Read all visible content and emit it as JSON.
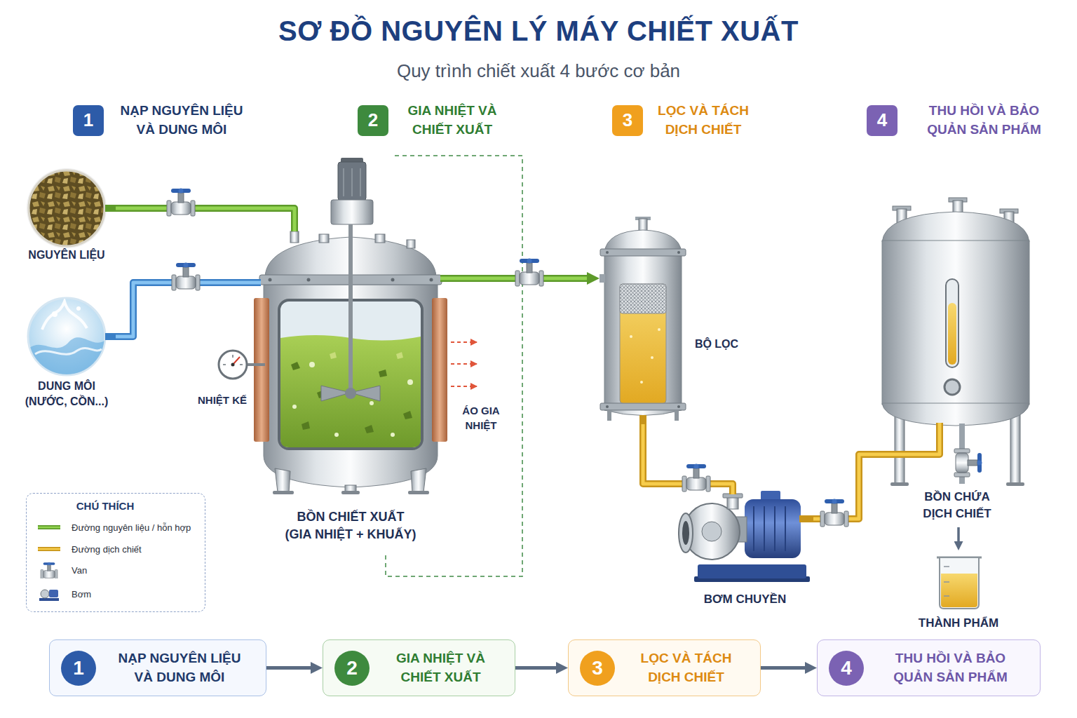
{
  "diagram": {
    "title": "SƠ ĐỒ NGUYÊN LÝ MÁY CHIẾT XUẤT",
    "caption": "Quy trình chiết xuất 4 bước cơ bản",
    "nodes": [
      {
        "text": [
          "1",
          "NẠP NGUYÊN LIỆU VÀ DUNG MÔI"
        ]
      },
      {
        "text": [
          "2",
          "GIA NHIỆT VÀ CHIẾT XUẤT"
        ]
      },
      {
        "text": [
          "3",
          "LỌC VÀ TÁCH DỊCH CHIẾT"
        ]
      },
      {
        "text": [
          "4",
          "THU HỒI VÀ BẢO QUẢN SẢN PHẨM"
        ]
      },
      {
        "text": [
          "NGUYÊN LIỆU"
        ]
      },
      {
        "text": [
          "DUNG MÔI",
          "(NƯỚC, CỒN...)"
        ]
      },
      {
        "text": [
          "BỒN CHIẾT XUẤT",
          "(GIA NHIỆT + KHUẤY)"
        ]
      },
      {
        "text": [
          "BỘ LỌC"
        ]
      },
      {
        "text": [
          "BƠM CHUYỀN"
        ]
      },
      {
        "text": [
          "BỒN CHỨA DỊCH CHIẾT"
        ]
      },
      {
        "text": [
          "THÀNH PHẨM"
        ]
      },
      {
        "text": [
          "1",
          "NẠP NGUYÊN LIỆU VÀ DUNG MÔI"
        ]
      },
      {
        "text": [
          "2",
          "GIA NHIỆT VÀ CHIẾT XUẤT"
        ]
      },
      {
        "text": [
          "3",
          "LỌC VÀ TÁCH DỊCH CHIẾT"
        ]
      },
      {
        "text": [
          "4",
          "THU HỒI VÀ BẢO QUẢN SẢN PHẨM"
        ]
      }
    ],
    "edges": [
      {
        "from": 4,
        "to": 6,
        "arrow": "none"
      },
      {
        "from": 5,
        "to": 6,
        "arrow": "none"
      },
      {
        "from": 6,
        "to": 7,
        "arrow": "to"
      },
      {
        "from": 7,
        "to": 8,
        "arrow": "none"
      },
      {
        "from": 8,
        "to": 9,
        "arrow": "none"
      },
      {
        "from": 9,
        "to": 10,
        "arrow": "to"
      },
      {
        "from": 11,
        "to": 12,
        "arrow": "to"
      },
      {
        "from": 12,
        "to": 13,
        "arrow": "to"
      },
      {
        "from": 13,
        "to": 14,
        "arrow": "to"
      }
    ],
    "labels": [
      "NHIỆT KẾ",
      "ÁO GIA NHIỆT",
      "CHÚ THÍCH"
    ],
    "legend": [
      {
        "text": "Đường nguyên liệu / hỗn hợp"
      },
      {
        "text": "Đường dịch chiết"
      },
      {
        "text": "Van"
      },
      {
        "text": "Bơm"
      }
    ]
  }
}
